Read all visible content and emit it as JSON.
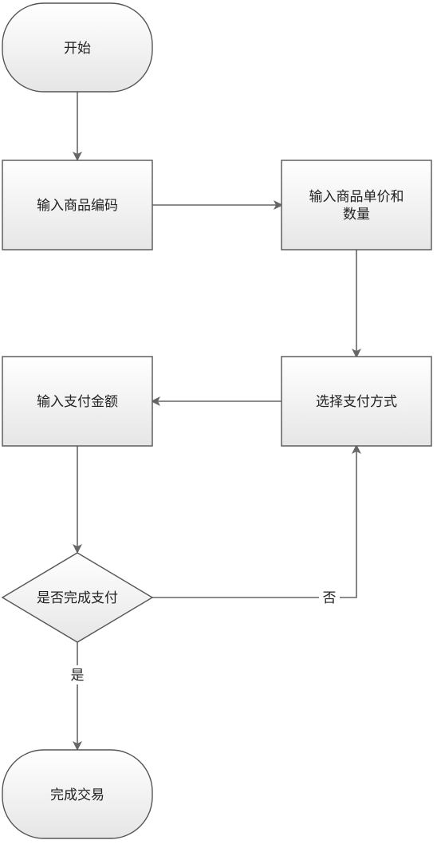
{
  "nodes": {
    "start": {
      "label": "开始"
    },
    "input_code": {
      "label": "输入商品编码"
    },
    "input_price_qty": {
      "label_lines": [
        "输入商品单价和",
        "数量"
      ]
    },
    "select_payment": {
      "label": "选择支付方式"
    },
    "input_amount": {
      "label": "输入支付金额"
    },
    "decision": {
      "label": "是否完成支付"
    },
    "end": {
      "label": "完成交易"
    }
  },
  "edges": {
    "no_label": "否",
    "yes_label": "是"
  }
}
